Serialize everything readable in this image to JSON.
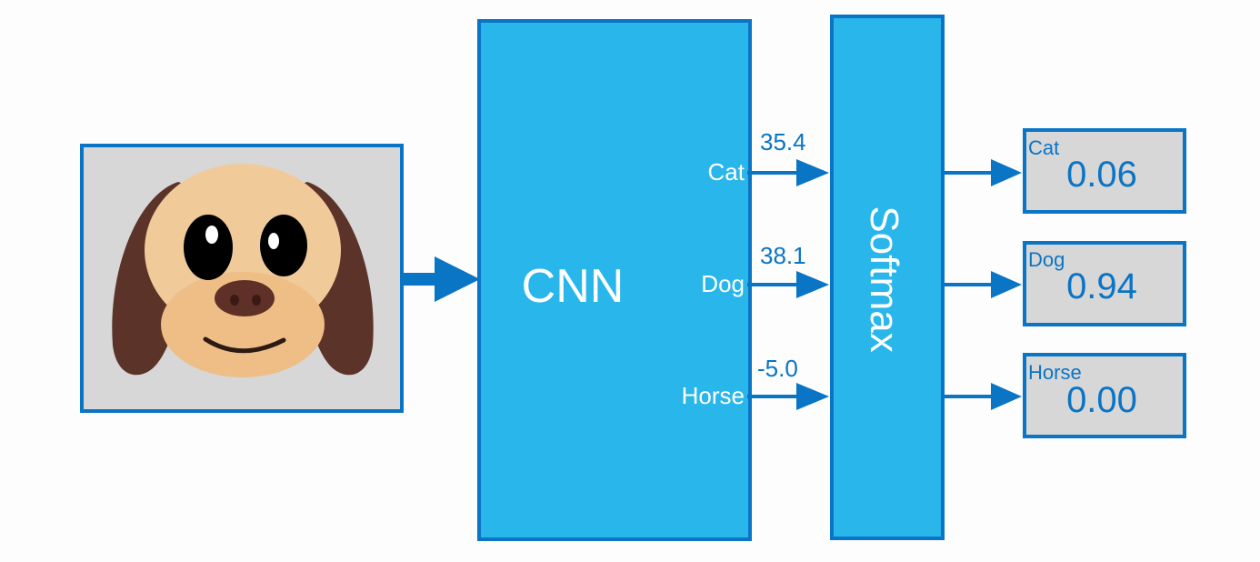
{
  "colors": {
    "box_fill": "#29b6ea",
    "box_border": "#0a74c5",
    "arrow": "#0a74c5",
    "output_fill": "#d7d7d7",
    "image_bg": "#d7d7d7",
    "box_text": "#ffffff",
    "score_text": "#0a74c5"
  },
  "input_image": {
    "icon": "dog-face-icon"
  },
  "cnn": {
    "label": "CNN"
  },
  "softmax": {
    "label": "Softmax"
  },
  "classes": [
    {
      "name": "Cat",
      "score": "35.4",
      "output_label": "Cat",
      "probability": "0.06"
    },
    {
      "name": "Dog",
      "score": "38.1",
      "output_label": "Dog",
      "probability": "0.94"
    },
    {
      "name": "Horse",
      "score": "-5.0",
      "output_label": "Horse",
      "probability": "0.00"
    }
  ]
}
